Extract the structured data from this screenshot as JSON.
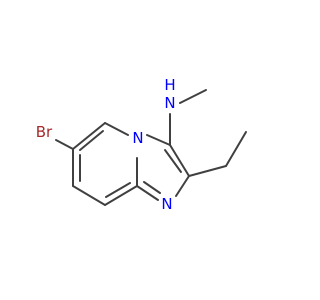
{
  "molecule": {
    "atoms": {
      "br": "Br",
      "n_bridge": "N",
      "n_ring": "N",
      "nh": "NH",
      "n_methyl_label": "N",
      "h_label": "H"
    },
    "colors": {
      "bond": "#404040",
      "bromine": "#a52a2a",
      "nitrogen": "#0000ff"
    }
  }
}
